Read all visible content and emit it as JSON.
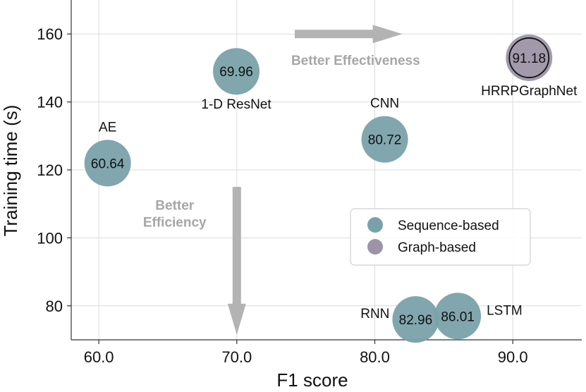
{
  "chart_data": {
    "type": "scatter",
    "title": "",
    "xlabel": "F1 score",
    "ylabel": "Training time (s)",
    "xlim": [
      58.0,
      95.0
    ],
    "ylim": [
      70,
      170
    ],
    "xticks": [
      60,
      70,
      80,
      90
    ],
    "xtick_labels": [
      "60.0",
      "70.0",
      "80.0",
      "90.0"
    ],
    "yticks": [
      80,
      100,
      120,
      140,
      160
    ],
    "ytick_labels": [
      "80",
      "100",
      "120",
      "140",
      "160"
    ],
    "grid": true,
    "legend_position": "center-right",
    "series": [
      {
        "name": "Sequence-based",
        "color": "#7aa1aa",
        "points": [
          {
            "label": "AE",
            "x": 60.64,
            "y": 122,
            "value_text": "60.64",
            "label_position": "above"
          },
          {
            "label": "1-D ResNet",
            "x": 69.96,
            "y": 149,
            "value_text": "69.96",
            "label_position": "below"
          },
          {
            "label": "CNN",
            "x": 80.72,
            "y": 129,
            "value_text": "80.72",
            "label_position": "above"
          },
          {
            "label": "RNN",
            "x": 82.96,
            "y": 76,
            "value_text": "82.96",
            "label_position": "left"
          },
          {
            "label": "LSTM",
            "x": 86.01,
            "y": 77,
            "value_text": "86.01",
            "label_position": "right"
          }
        ]
      },
      {
        "name": "Graph-based",
        "color": "#9d93a6",
        "points": [
          {
            "label": "HRRPGraphNet",
            "x": 91.18,
            "y": 153,
            "value_text": "91.18",
            "label_position": "below"
          }
        ]
      }
    ],
    "annotations": [
      {
        "text": "Better Effectiveness",
        "arrow": "right"
      },
      {
        "text_lines": [
          "Better",
          "Efficiency"
        ],
        "arrow": "down"
      }
    ]
  }
}
